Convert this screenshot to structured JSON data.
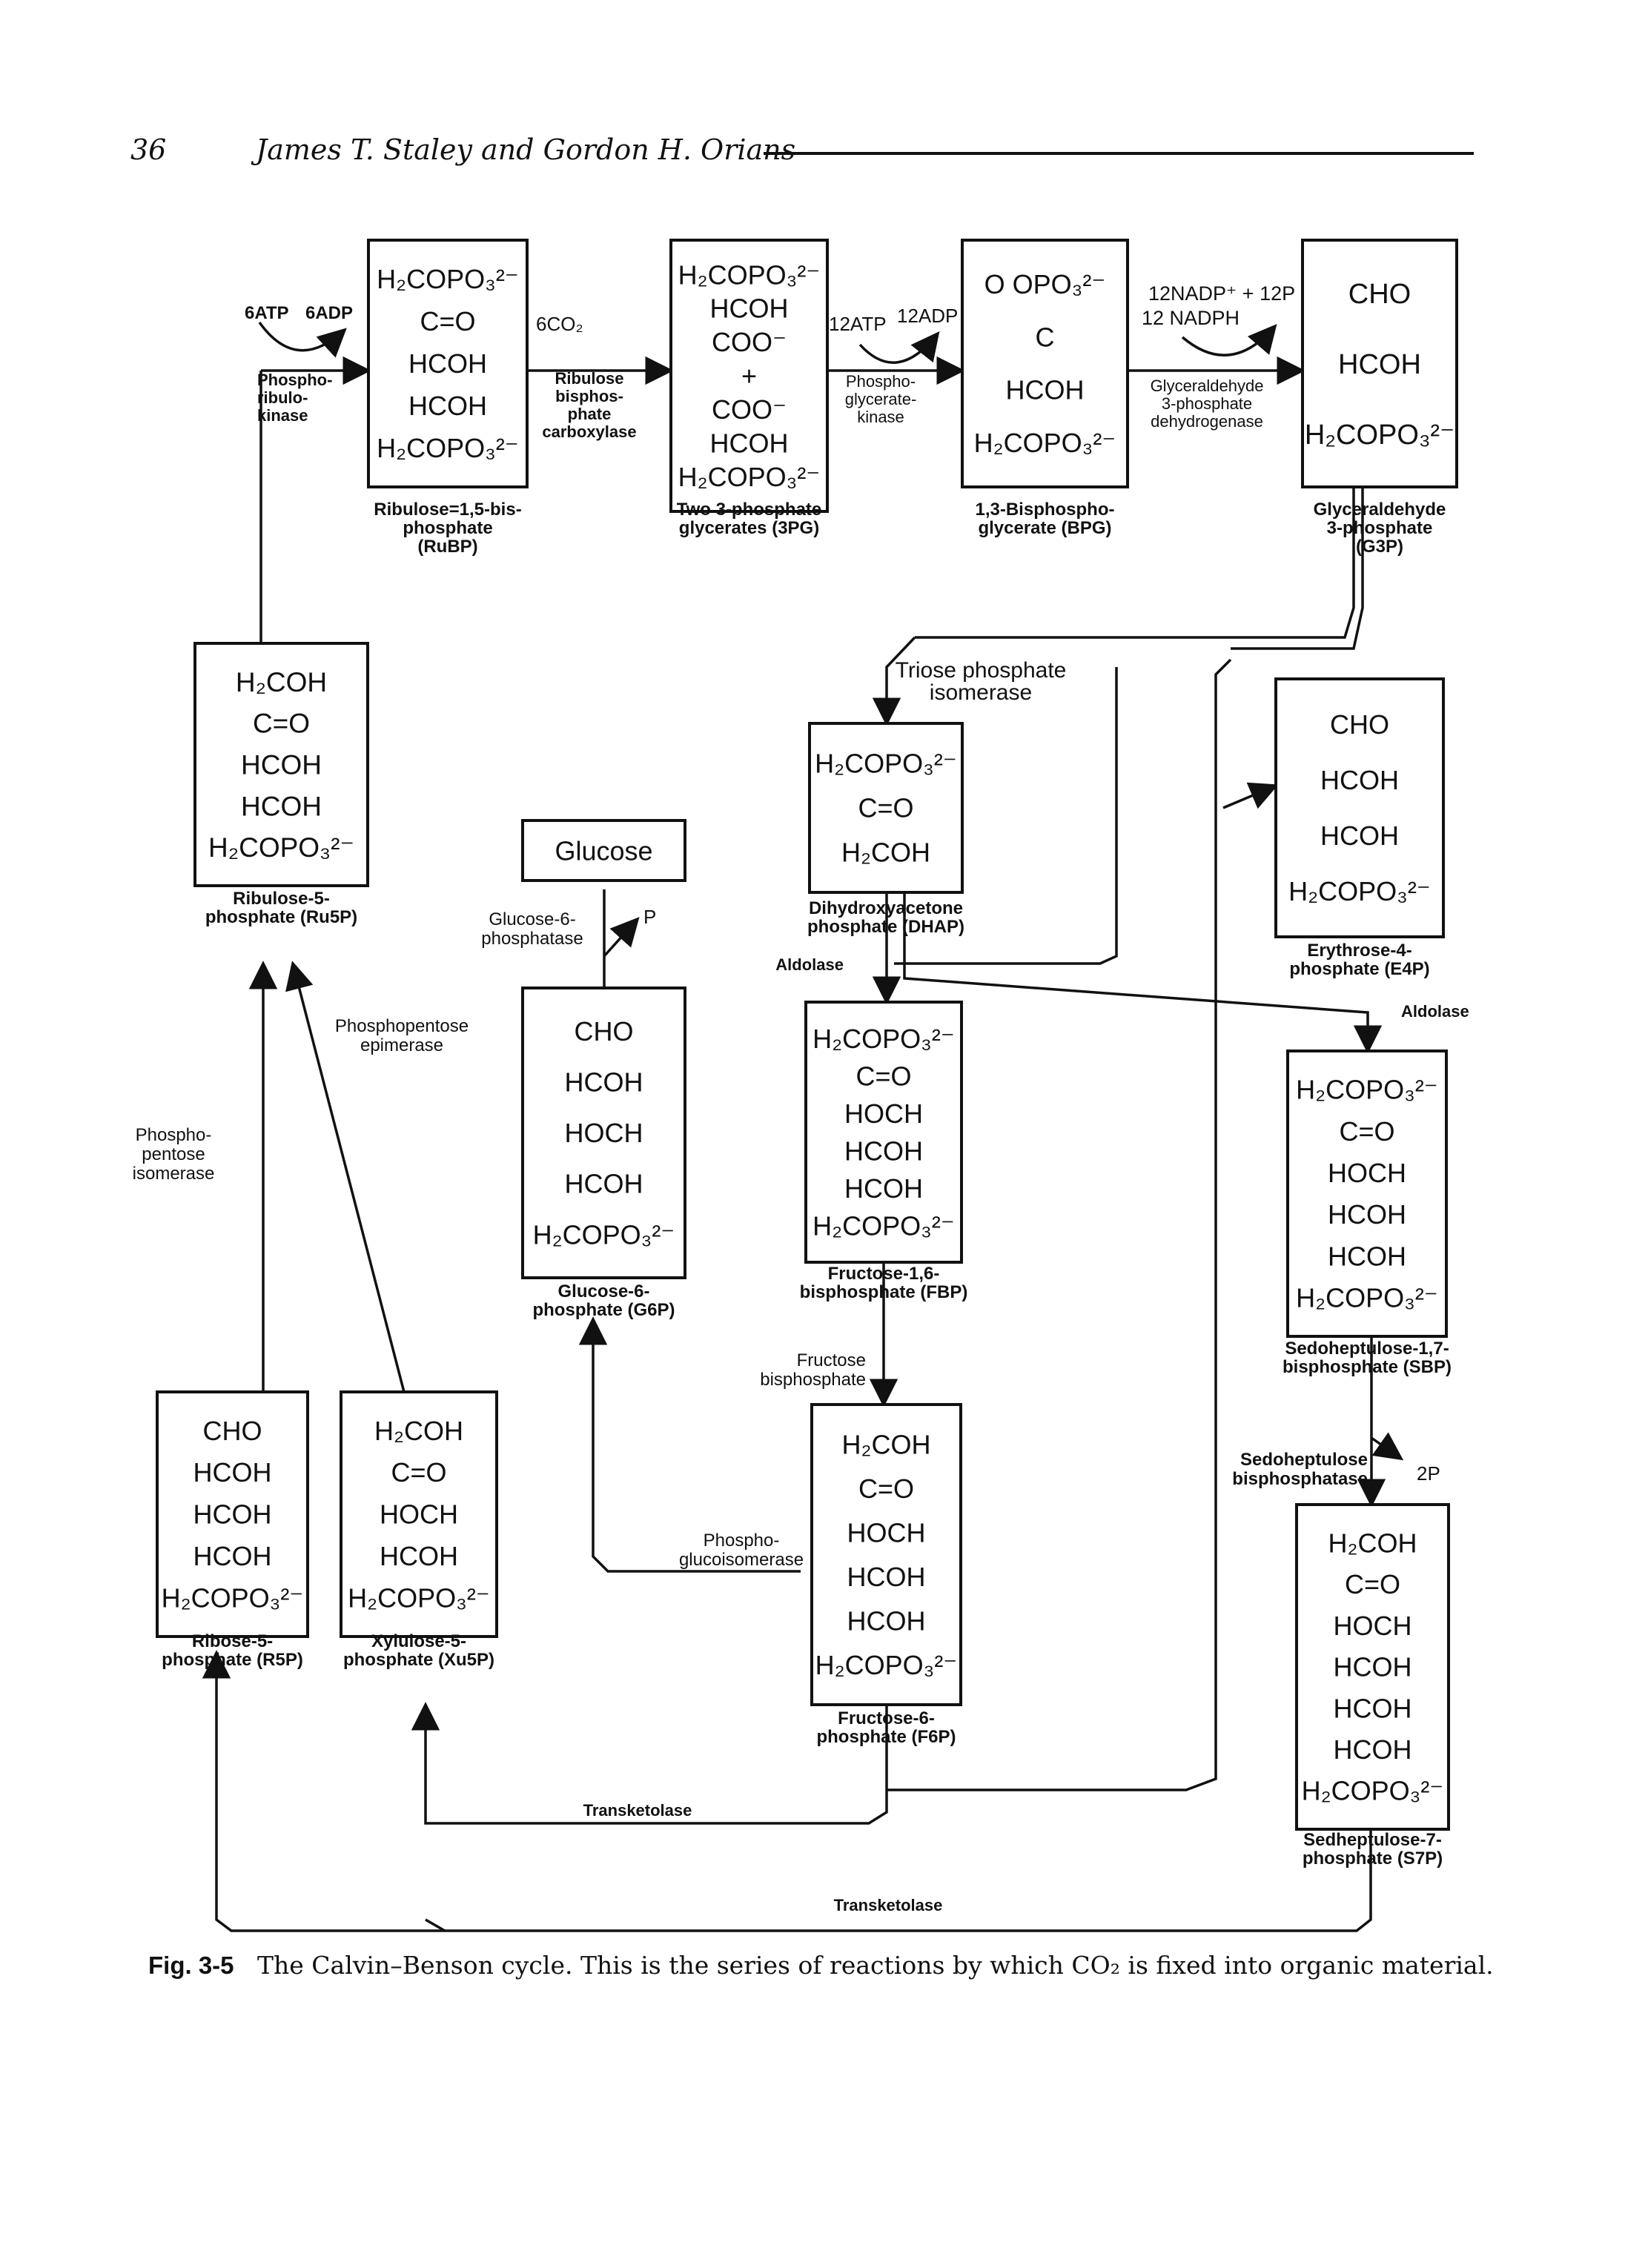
{
  "header": {
    "page_number": "36",
    "authors": "James T. Staley and Gordon H. Orians"
  },
  "caption": {
    "label": "Fig. 3-5",
    "text": "The Calvin–Benson cycle. This is the series of reactions by which CO₂ is fixed into organic material."
  },
  "diagram": {
    "compounds": [
      {
        "id": "rubp",
        "lines": [
          "H₂COPO₃²⁻",
          "C=O",
          "HCOH",
          "HCOH",
          "H₂COPO₃²⁻"
        ],
        "label": [
          "Ribulose=1,5-bis-",
          "phosphate",
          "(RuBP)"
        ]
      },
      {
        "id": "pg3",
        "lines": [
          "H₂COPO₃²⁻",
          "HCOH",
          "COO⁻",
          "+",
          "COO⁻",
          "HCOH",
          "H₂COPO₃²⁻"
        ],
        "label": [
          "Two 3-phosphate",
          "glycerates (3PG)"
        ]
      },
      {
        "id": "bpg",
        "lines": [
          "O    OPO₃²⁻",
          "C",
          "HCOH",
          "H₂COPO₃²⁻"
        ],
        "label": [
          "1,3-Bisphospho-",
          "glycerate (BPG)"
        ]
      },
      {
        "id": "g3p",
        "lines": [
          "CHO",
          "HCOH",
          "H₂COPO₃²⁻"
        ],
        "label": [
          "Glyceraldehyde",
          "3-phosphate",
          "(G3P)"
        ]
      },
      {
        "id": "ru5p",
        "lines": [
          "H₂COH",
          "C=O",
          "HCOH",
          "HCOH",
          "H₂COPO₃²⁻"
        ],
        "label": [
          "Ribulose-5-",
          "phosphate (Ru5P)"
        ]
      },
      {
        "id": "glucose",
        "lines": [
          "Glucose"
        ],
        "label": []
      },
      {
        "id": "dhap",
        "lines": [
          "H₂COPO₃²⁻",
          "C=O",
          "H₂COH"
        ],
        "label": [
          "Dihydroxyacetone",
          "phosphate (DHAP)"
        ]
      },
      {
        "id": "e4p",
        "lines": [
          "CHO",
          "HCOH",
          "HCOH",
          "H₂COPO₃²⁻"
        ],
        "label": [
          "Erythrose-4-",
          "phosphate (E4P)"
        ]
      },
      {
        "id": "g6p",
        "lines": [
          "CHO",
          "HCOH",
          "HOCH",
          "HCOH",
          "H₂COPO₃²⁻"
        ],
        "label": [
          "Glucose-6-",
          "phosphate (G6P)"
        ]
      },
      {
        "id": "fbp",
        "lines": [
          "H₂COPO₃²⁻",
          "C=O",
          "HOCH",
          "HCOH",
          "HCOH",
          "H₂COPO₃²⁻"
        ],
        "label": [
          "Fructose-1,6-",
          "bisphosphate (FBP)"
        ]
      },
      {
        "id": "sbp",
        "lines": [
          "H₂COPO₃²⁻",
          "C=O",
          "HOCH",
          "HCOH",
          "HCOH",
          "H₂COPO₃²⁻"
        ],
        "label": [
          "Sedoheptulose-1,7-",
          "bisphosphate (SBP)"
        ]
      },
      {
        "id": "r5p",
        "lines": [
          "CHO",
          "HCOH",
          "HCOH",
          "HCOH",
          "H₂COPO₃²⁻"
        ],
        "label": [
          "Ribose-5-",
          "phosphate (R5P)"
        ]
      },
      {
        "id": "xu5p",
        "lines": [
          "H₂COH",
          "C=O",
          "HOCH",
          "HCOH",
          "H₂COPO₃²⁻"
        ],
        "label": [
          "Xylulose-5-",
          "phosphate (Xu5P)"
        ]
      },
      {
        "id": "f6p",
        "lines": [
          "H₂COH",
          "C=O",
          "HOCH",
          "HCOH",
          "HCOH",
          "H₂COPO₃²⁻"
        ],
        "label": [
          "Fructose-6-",
          "phosphate (F6P)"
        ]
      },
      {
        "id": "s7p",
        "lines": [
          "H₂COH",
          "C=O",
          "HOCH",
          "HCOH",
          "HCOH",
          "HCOH",
          "H₂COPO₃²⁻"
        ],
        "label": [
          "Sedheptulose-7-",
          "phosphate (S7P)"
        ]
      }
    ],
    "enzymes": [
      {
        "id": "prk",
        "lines": [
          "Phospho-",
          "ribulo-",
          "kinase"
        ]
      },
      {
        "id": "rubisco",
        "lines": [
          "Ribulose",
          "bisphos-",
          "phate",
          "carboxylase"
        ]
      },
      {
        "id": "pgk",
        "lines": [
          "Phospho-",
          "glycerate-",
          "kinase"
        ]
      },
      {
        "id": "gapdh",
        "lines": [
          "Glyceraldehyde",
          "3-phosphate",
          "dehydrogenase"
        ]
      },
      {
        "id": "tpi",
        "lines": [
          "Triose phosphate",
          "isomerase"
        ]
      },
      {
        "id": "g6pase",
        "lines": [
          "Glucose-6-",
          "phosphatase"
        ]
      },
      {
        "id": "ppe",
        "lines": [
          "Phosphopentose",
          "epimerase"
        ]
      },
      {
        "id": "ppi",
        "lines": [
          "Phospho-",
          "pentose",
          "isomerase"
        ]
      },
      {
        "id": "aldolase1",
        "lines": [
          "Aldolase"
        ]
      },
      {
        "id": "aldolase2",
        "lines": [
          "Aldolase"
        ]
      },
      {
        "id": "fbpase",
        "lines": [
          "Fructose",
          "bisphosphate"
        ]
      },
      {
        "id": "sbpase",
        "lines": [
          "Sedoheptulose",
          "bisphosphatase"
        ]
      },
      {
        "id": "pgi",
        "lines": [
          "Phospho-",
          "glucoisomerase"
        ]
      },
      {
        "id": "tk1",
        "lines": [
          "Transketolase"
        ]
      },
      {
        "id": "tk2",
        "lines": [
          "Transketolase"
        ]
      }
    ],
    "cofactors": {
      "atp6": "6ATP",
      "adp6": "6ADP",
      "co2": "6CO₂",
      "atp12": "12ATP",
      "adp12": "12ADP",
      "nadp": "12NADP⁺ + 12P",
      "nadph": "12 NADPH",
      "p_g6p": "P",
      "p_sbp": "2P"
    }
  }
}
